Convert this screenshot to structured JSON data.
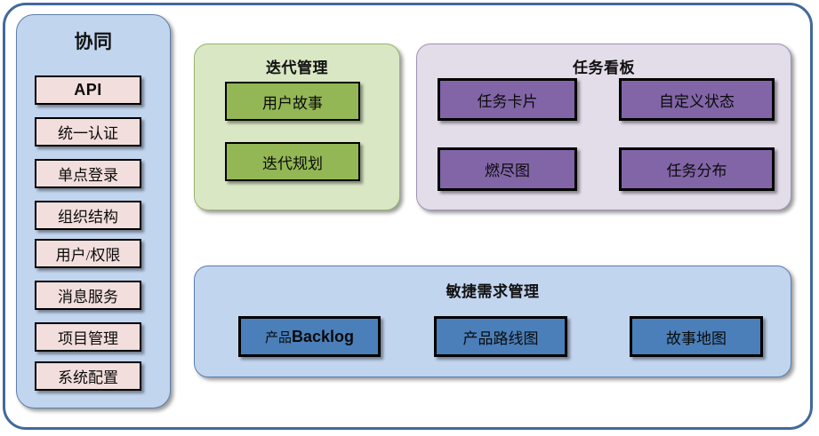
{
  "diagram": {
    "title_visible": false,
    "background": "#ffffff",
    "frame_color": "#41699c"
  },
  "sidebar": {
    "title": "协同",
    "fill": "#c2d5ef",
    "item_fill": "#f2dedc",
    "items": [
      {
        "label": "API",
        "emphasis": "bold-latin"
      },
      {
        "label": "统一认证",
        "emphasis": "normal"
      },
      {
        "label": "单点登录",
        "emphasis": "normal"
      },
      {
        "label": "组织结构",
        "emphasis": "normal"
      },
      {
        "label": "用户/权限",
        "emphasis": "normal"
      },
      {
        "label": "消息服务",
        "emphasis": "normal"
      },
      {
        "label": "项目管理",
        "emphasis": "normal"
      },
      {
        "label": "系统配置",
        "emphasis": "normal"
      }
    ]
  },
  "iteration": {
    "title": "迭代管理",
    "fill": "#dae7c4",
    "item_fill": "#93b755",
    "items": [
      {
        "label": "用户故事"
      },
      {
        "label": "迭代规划"
      }
    ]
  },
  "taskboard": {
    "title": "任务看板",
    "fill": "#e3dce9",
    "item_fill": "#8265a7",
    "items": [
      {
        "label": "任务卡片"
      },
      {
        "label": "自定义状态"
      },
      {
        "label": "燃尽图"
      },
      {
        "label": "任务分布"
      }
    ]
  },
  "agile": {
    "title": "敏捷需求管理",
    "fill": "#c2d5ef",
    "item_fill": "#4a7fba",
    "items": [
      {
        "label_prefix": "产品",
        "label_latin": "Backlog",
        "label": "产品Backlog"
      },
      {
        "label": "产品路线图"
      },
      {
        "label": "故事地图"
      }
    ]
  }
}
